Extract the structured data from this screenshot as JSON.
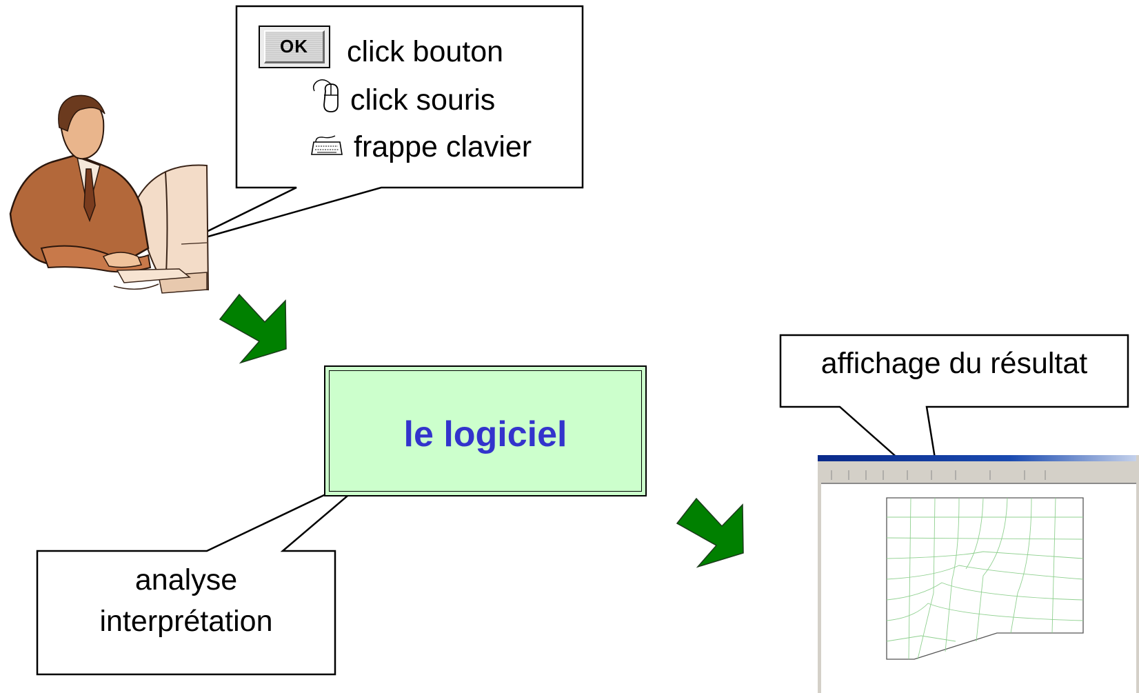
{
  "user_callout": {
    "ok_button_label": "OK",
    "line1": "click bouton",
    "line2": "click souris",
    "line3": "frappe clavier",
    "mouse_icon": "mouse-icon",
    "keyboard_icon": "keyboard-icon"
  },
  "software_box": {
    "label": "le logiciel",
    "fill_color": "#ccffcc",
    "text_color": "#3333cc"
  },
  "analysis_callout": {
    "line1": "analyse",
    "line2": "interprétation"
  },
  "result_callout": {
    "label": "affichage du résultat"
  },
  "arrow_color": "#008000"
}
